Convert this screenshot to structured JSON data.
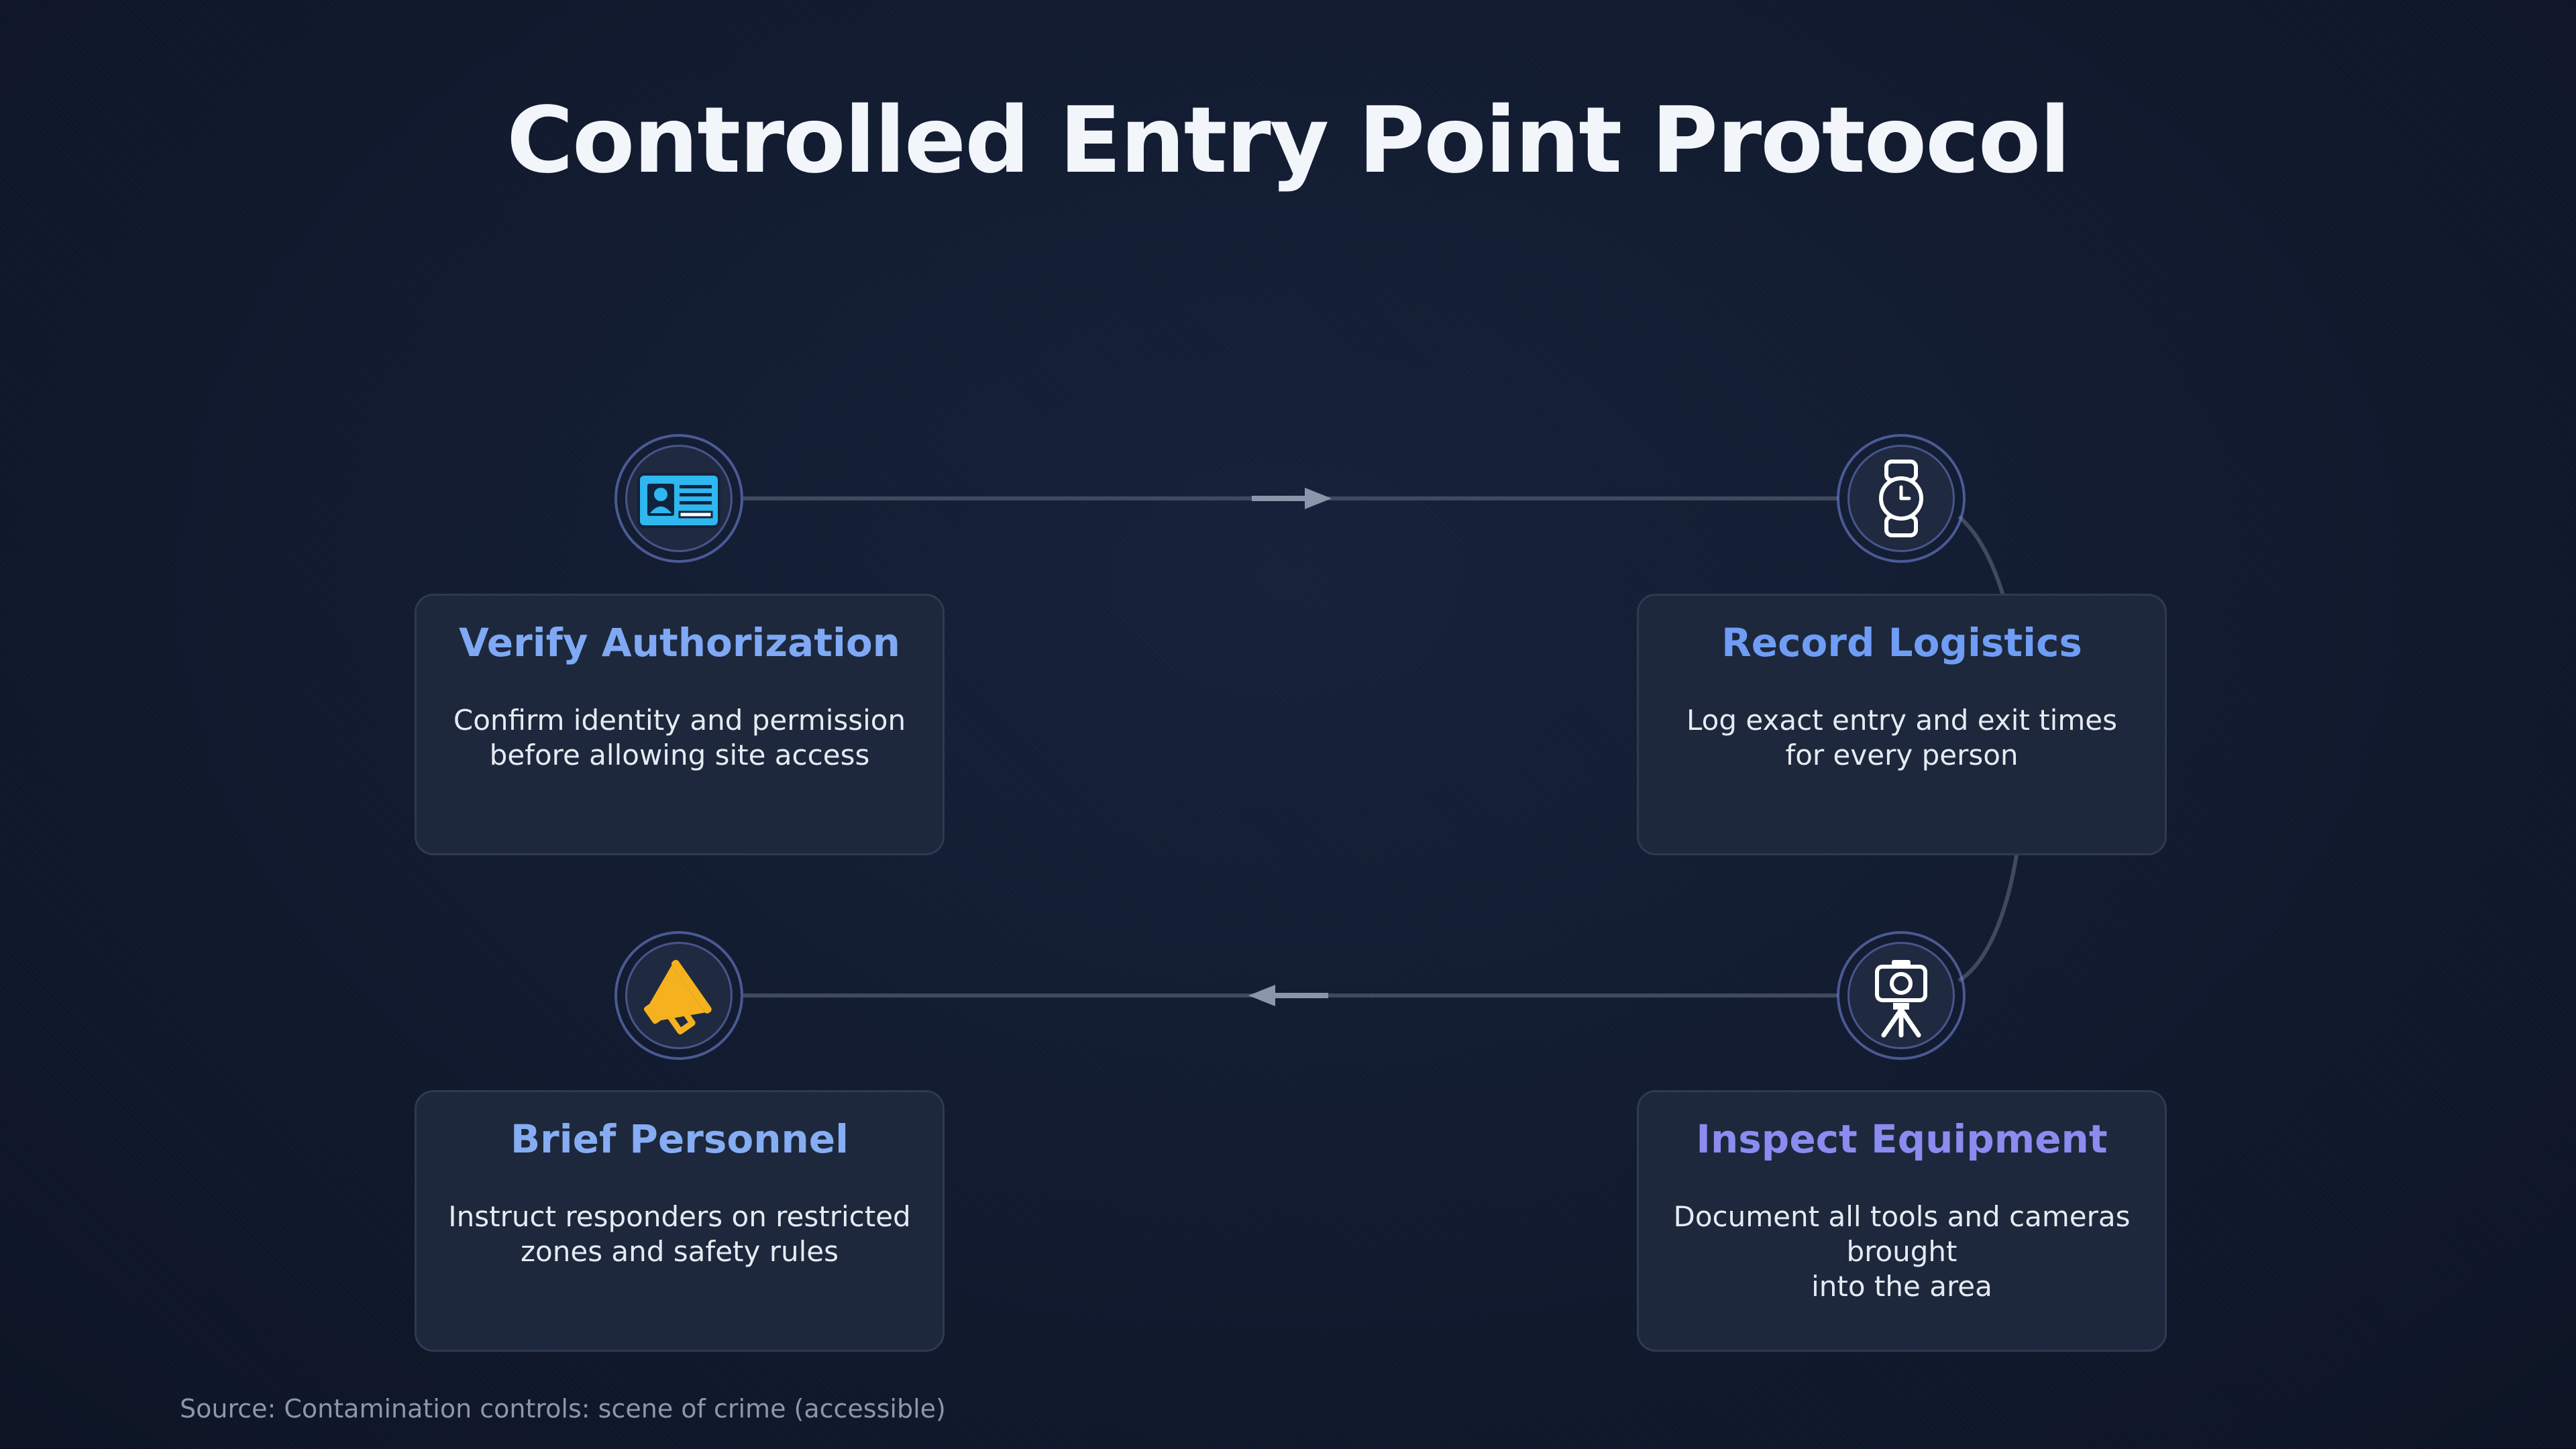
{
  "title": "Controlled Entry Point Protocol",
  "steps": [
    {
      "title": "Verify Authorization",
      "desc_line1": "Confirm identity and permission",
      "desc_line2": "before allowing site access",
      "icon": "id-card-icon",
      "color": "#7fa9f5"
    },
    {
      "title": "Record Logistics",
      "desc_line1": "Log exact entry and exit times",
      "desc_line2": "for every person",
      "icon": "wristwatch-icon",
      "color": "#6f9df5"
    },
    {
      "title": "Inspect Equipment",
      "desc_line1": "Document all tools and cameras brought",
      "desc_line2": "into the area",
      "icon": "camera-tripod-icon",
      "color": "#8a8cf0"
    },
    {
      "title": "Brief Personnel",
      "desc_line1": "Instruct responders on restricted",
      "desc_line2": "zones and safety rules",
      "icon": "megaphone-icon",
      "color": "#86adf3"
    }
  ],
  "source": "Source: Contamination controls: scene of crime (accessible)"
}
